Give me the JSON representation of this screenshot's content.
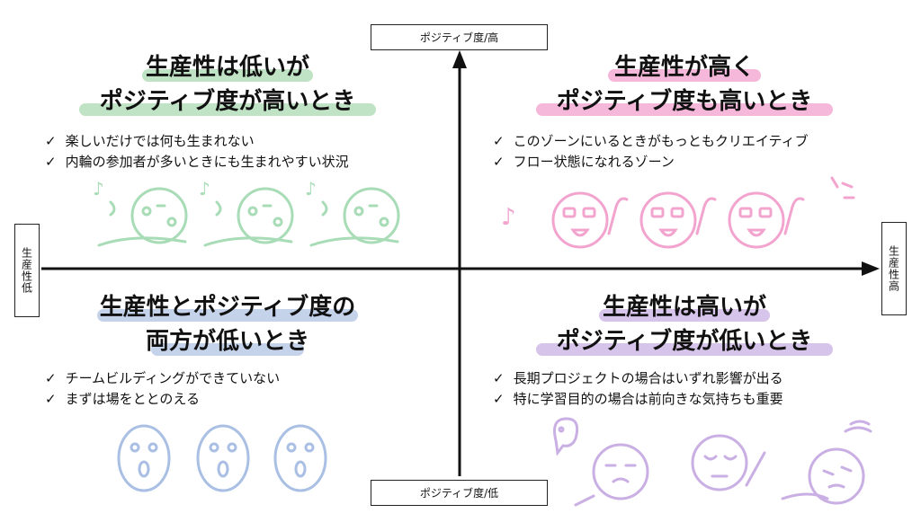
{
  "axes": {
    "top_label": "ポジティブ度/高",
    "bottom_label": "ポジティブ度/低",
    "left_label": "生産性低",
    "right_label": "生産性高"
  },
  "quadrants": {
    "top_left": {
      "title_line1": "生産性は低いが",
      "title_line2": "ポジティブ度が高いとき",
      "bullets": [
        "楽しいだけでは何も生まれない",
        "内輪の参加者が多いときにも生まれやすい状況"
      ],
      "highlight_color": "#bfe3c4",
      "doodle_color": "#a8dcb6"
    },
    "top_right": {
      "title_line1": "生産性が高く",
      "title_line2": "ポジティブ度も高いとき",
      "bullets": [
        "このゾーンにいるときがもっともクリエイティブ",
        "フロー状態になれるゾーン"
      ],
      "highlight_color": "#f5b8da",
      "doodle_color": "#f2a4cf"
    },
    "bottom_left": {
      "title_line1": "生産性とポジティブ度の",
      "title_line2": "両方が低いとき",
      "bullets": [
        "チームビルディングができていない",
        "まずは場をととのえる"
      ],
      "highlight_color": "#c4d2ea",
      "doodle_color": "#a9bfe3"
    },
    "bottom_right": {
      "title_line1": "生産性は高いが",
      "title_line2": "ポジティブ度が低いとき",
      "bullets": [
        "長期プロジェクトの場合はいずれ影響が出る",
        "特に学習目的の場合は前向きな気持ちも重要"
      ],
      "highlight_color": "#d7c4ea",
      "doodle_color": "#c9afe3"
    }
  },
  "check_mark": "✓"
}
